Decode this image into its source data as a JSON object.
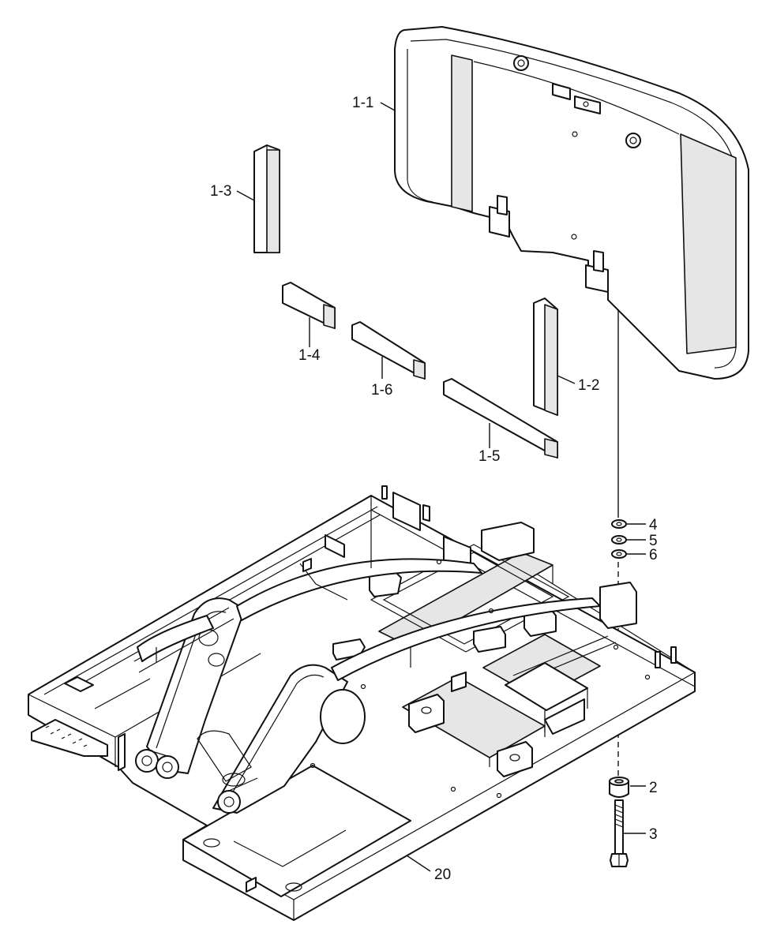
{
  "labels": {
    "p1_1": "1-1",
    "p1_2": "1-2",
    "p1_3": "1-3",
    "p1_4": "1-4",
    "p1_5": "1-5",
    "p1_6": "1-6",
    "p2": "2",
    "p3": "3",
    "p4": "4",
    "p5": "5",
    "p6": "6",
    "p20": "20"
  },
  "colors": {
    "line": "#111111",
    "fill": "#ffffff",
    "shade": "#e6e6e6"
  }
}
